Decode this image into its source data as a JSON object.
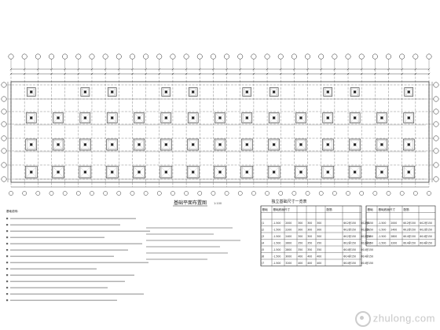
{
  "drawing": {
    "plan_title": "基础平面布置图",
    "scale": "1:100",
    "table_title": "独立基础尺寸一览表",
    "notes_heading": "基础说明："
  },
  "table": {
    "headers": [
      "基础",
      "基础底面尺寸",
      "",
      "",
      "",
      "",
      "配筋",
      "",
      ""
    ],
    "rows": [
      [
        "J1",
        "-1.500",
        "2000",
        "300",
        "300",
        "300",
        "Φ12@150",
        "Φ12@150"
      ],
      [
        "J2",
        "-1.500",
        "2200",
        "300",
        "300",
        "300",
        "Φ12@150",
        "Φ12@150"
      ],
      [
        "J3",
        "-1.500",
        "2400",
        "300",
        "300",
        "300",
        "Φ12@150",
        "Φ12@150"
      ],
      [
        "J4",
        "-1.500",
        "2600",
        "350",
        "350",
        "350",
        "Φ12@150",
        "Φ12@150"
      ],
      [
        "J5",
        "-1.500",
        "2800",
        "350",
        "350",
        "350",
        "Φ14@150",
        "Φ14@150"
      ],
      [
        "J6",
        "-1.500",
        "3000",
        "400",
        "400",
        "400",
        "Φ14@150",
        "Φ14@150"
      ],
      [
        "J7",
        "-1.500",
        "3200",
        "400",
        "400",
        "400",
        "Φ14@150",
        "Φ14@150"
      ]
    ],
    "rows_right": [
      [
        "J8",
        "-1.500",
        "2000",
        "Φ12@150",
        "Φ12@150"
      ],
      [
        "J9",
        "-1.500",
        "2400",
        "Φ12@150",
        "Φ12@150"
      ],
      [
        "J10",
        "-1.500",
        "2800",
        "Φ14@150",
        "Φ14@150"
      ],
      [
        "J11",
        "-1.500",
        "3200",
        "Φ14@150",
        "Φ14@150"
      ]
    ]
  },
  "watermark": {
    "text": "zhulong.com"
  },
  "colors": {
    "line": "#222222",
    "thin": "#555555",
    "light": "#888888"
  }
}
